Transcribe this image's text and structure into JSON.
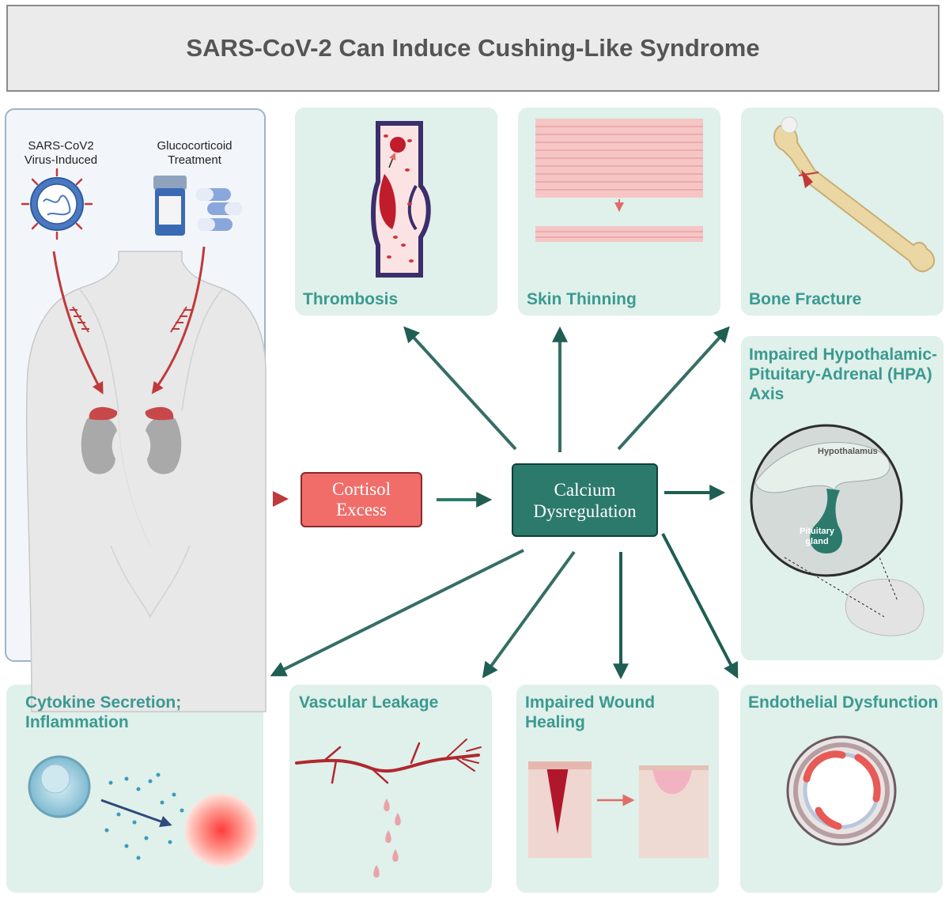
{
  "title": "SARS-CoV-2 Can Induce Cushing-Like Syndrome",
  "sources": {
    "virus_line1": "SARS-CoV2",
    "virus_line2": "Virus-Induced",
    "steroid_line1": "Glucocorticoid",
    "steroid_line2": "Treatment"
  },
  "nodes": {
    "cortisol_line1": "Cortisol",
    "cortisol_line2": "Excess",
    "calcium_line1": "Calcium",
    "calcium_line2": "Dysregulation"
  },
  "effects": {
    "thrombosis": "Thrombosis",
    "skin": "Skin Thinning",
    "bone": "Bone Fracture",
    "hpa_line1": "Impaired Hypothalamic-",
    "hpa_line2": "Pituitary-Adrenal (HPA)",
    "hpa_line3": "Axis",
    "cytokine_line1": "Cytokine Secretion;",
    "cytokine_line2": "Inflammation",
    "vascular": "Vascular Leakage",
    "wound_line1": "Impaired Wound",
    "wound_line2": "Healing",
    "endothelial": "Endothelial Dysfunction"
  },
  "hpa_labels": {
    "hypothalamus": "Hypothalamus",
    "pituitary_line1": "Pituitary",
    "pituitary_line2": "gland"
  },
  "colors": {
    "accent_teal": "#2b7a6c",
    "cortisol_red": "#f06d6a",
    "panel_bg": "#e0f0ea",
    "label_teal": "#3a9a90"
  }
}
